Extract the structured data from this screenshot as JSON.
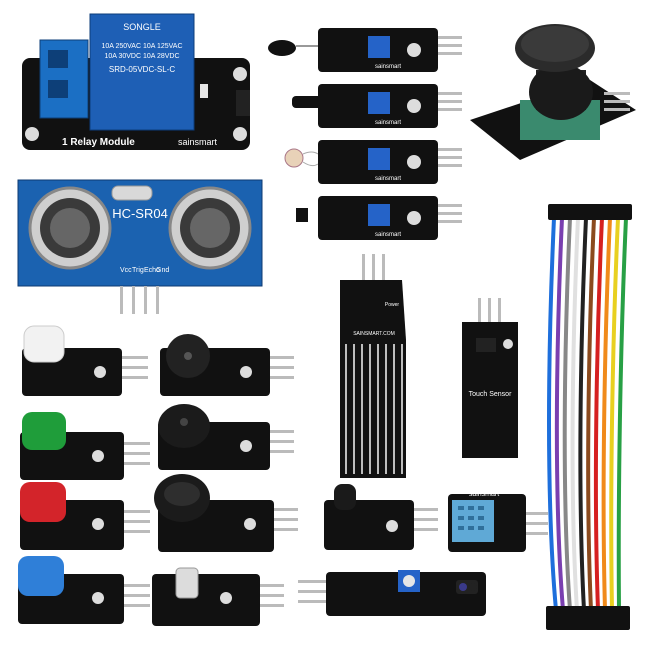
{
  "relay": {
    "brand": "SONGLE",
    "spec1": "10A 250VAC  10A 125VAC",
    "spec2": "10A  30VDC  10A  28VDC",
    "model": "SRD-05VDC-SL-C",
    "title": "1 Relay Module",
    "maker": "sainsmart"
  },
  "ultrasonic": {
    "model": "HC-SR04",
    "pins": [
      "Vcc",
      "Trig",
      "Echo",
      "Gnd"
    ]
  },
  "sensor_boards": {
    "maker": "sainsmart"
  },
  "water_sensor": {
    "maker": "SAINSMART.COM",
    "power": "Power"
  },
  "touch_sensor": {
    "label": "Touch Sensor"
  },
  "dht_board": {
    "maker": "sainsmart"
  },
  "colors": {
    "pcb": "#111111",
    "relay_blue": "#1e5fb5",
    "ultrasonic_board": "#1b62b0",
    "button_white": "#f2f2f2",
    "button_green": "#1f9d3a",
    "button_red": "#d3242a",
    "button_blue": "#2f7fd8",
    "dht_sensor": "#5fa9d6"
  }
}
